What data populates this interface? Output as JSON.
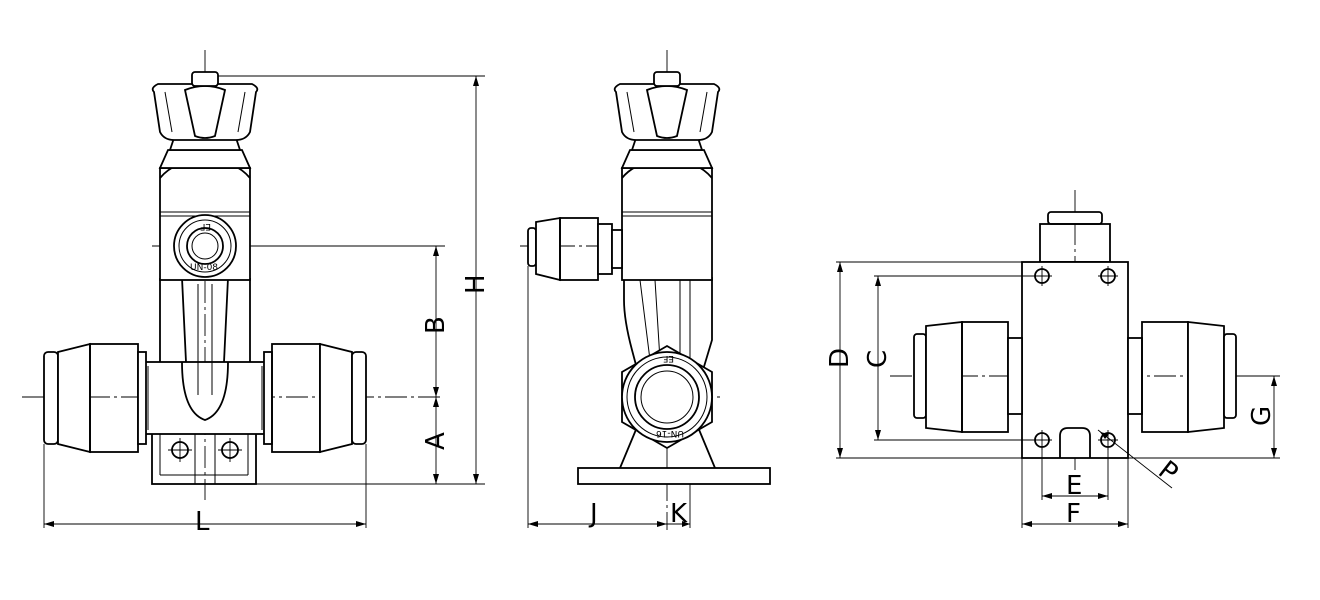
{
  "labels": {
    "L": "L",
    "A": "A",
    "B": "B",
    "H": "H",
    "J": "J",
    "K": "K",
    "C": "C",
    "D": "D",
    "E": "E",
    "F": "F",
    "G": "G",
    "P": "P"
  },
  "markings": {
    "front_top": "EF",
    "front_bottom": "UN-08",
    "side_top": "EF",
    "side_bottom": "UN-16"
  }
}
